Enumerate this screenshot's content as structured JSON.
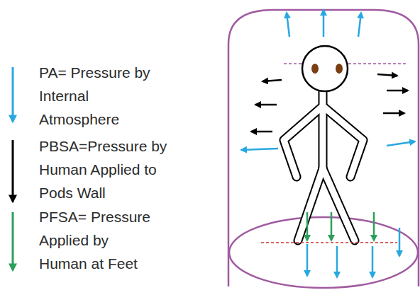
{
  "diagram": {
    "legend": [
      {
        "text": "PA= Pressure by Internal Atmosphere"
      },
      {
        "text": "PBSA=Pressure by Human Applied to Pods Wall"
      },
      {
        "text": "PFSA= Pressure Applied by Human at Feet"
      }
    ]
  }
}
